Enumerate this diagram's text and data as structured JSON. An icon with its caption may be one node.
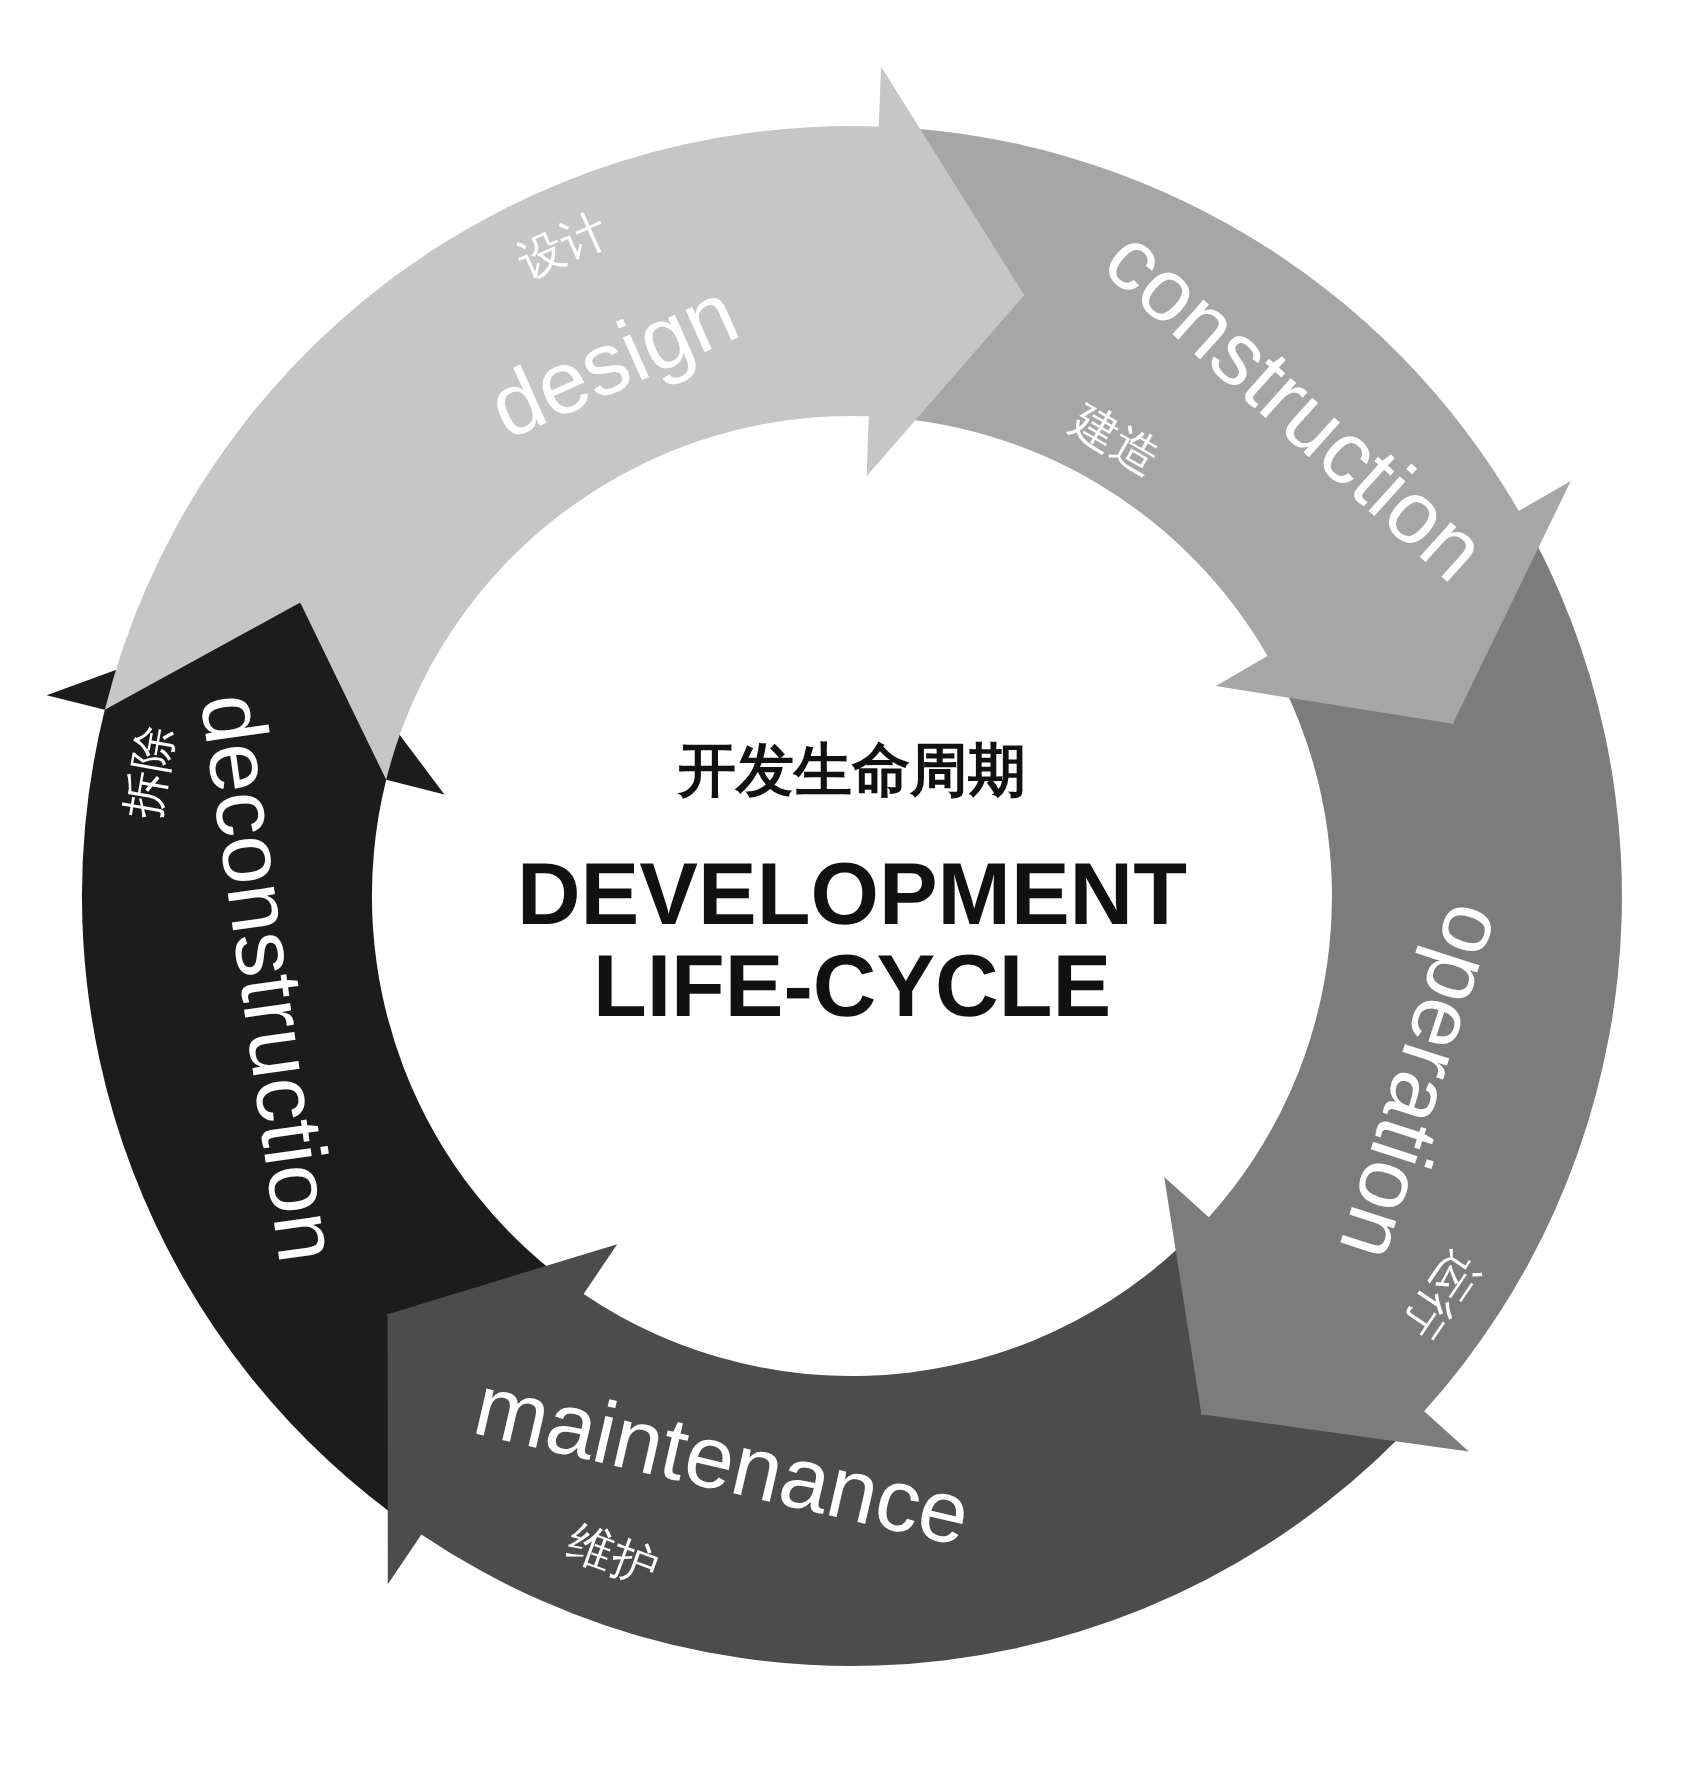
{
  "diagram": {
    "title": "开发生命周期",
    "nodes": [
      {
        "text": [
          "设计",
          "design"
        ]
      },
      {
        "text": [
          "construction",
          "建造"
        ]
      },
      {
        "text": [
          "operation",
          "运行"
        ]
      },
      {
        "text": [
          "maintenance",
          "维护"
        ]
      },
      {
        "text": [
          "拆除",
          "deconstruction"
        ]
      }
    ],
    "labels": [
      "DEVELOPMENT LIFE-CYCLE"
    ]
  }
}
